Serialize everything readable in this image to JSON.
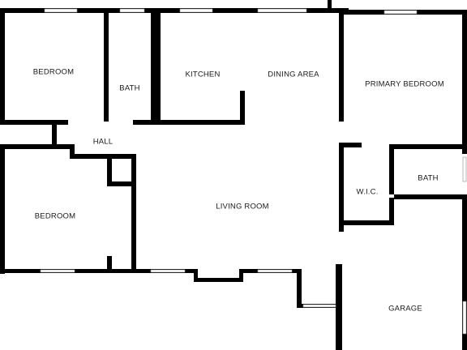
{
  "rooms": {
    "bedroom_top": "BEDROOM",
    "bath_left": "BATH",
    "kitchen": "KITCHEN",
    "dining": "DINING AREA",
    "primary_bedroom": "PRIMARY BEDROOM",
    "hall": "HALL",
    "bedroom_bottom": "BEDROOM",
    "living_room": "LIVING ROOM",
    "wic": "W.I.C.",
    "bath_right": "BATH",
    "garage": "GARAGE"
  },
  "colors": {
    "wall": "#000000",
    "background": "#ffffff",
    "window": "#8a8a8a"
  }
}
